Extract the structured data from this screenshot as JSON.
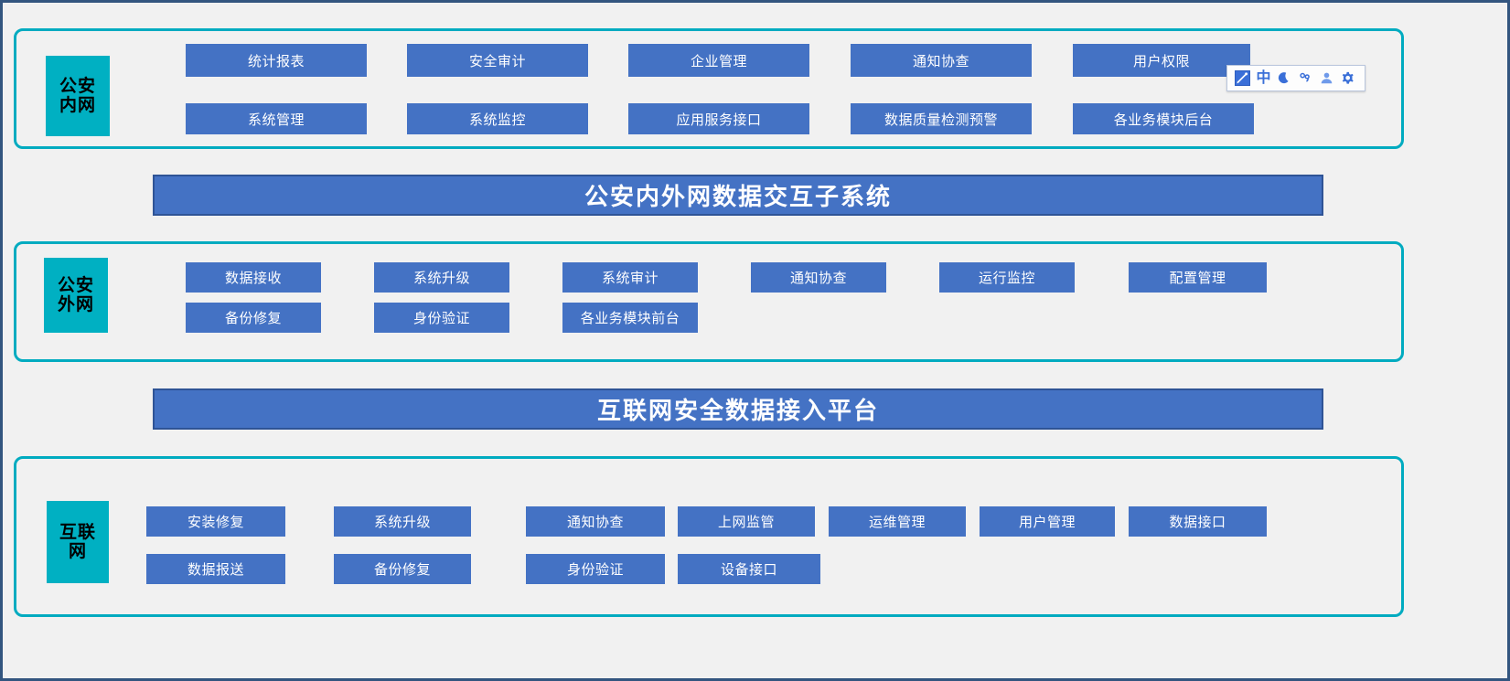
{
  "theme": {
    "page_bg": "#f1f1f1",
    "outer_border": "#33557f",
    "zone_border": "#00abc0",
    "net_tile_bg": "#00b0c2",
    "module_bg": "#4472c4",
    "banner_bg": "#4472c4",
    "banner_border": "#2f5496",
    "module_text": "#ffffff",
    "ime_accent": "#3a6fd8"
  },
  "zones": [
    {
      "id": "police-intranet",
      "label": "公安\n内网",
      "label_line1": "公安",
      "label_line2": "内网",
      "rows": [
        [
          "统计报表",
          "安全审计",
          "企业管理",
          "通知协查",
          "用户权限"
        ],
        [
          "系统管理",
          "系统监控",
          "应用服务接口",
          "数据质量检测预警",
          "各业务模块后台"
        ]
      ]
    },
    {
      "id": "police-extranet",
      "label_line1": "公安",
      "label_line2": "外网",
      "rows": [
        [
          "数据接收",
          "系统升级",
          "系统审计",
          "通知协查",
          "运行监控",
          "配置管理"
        ],
        [
          "备份修复",
          "身份验证",
          "各业务模块前台"
        ]
      ]
    },
    {
      "id": "internet",
      "label_line1": "互联",
      "label_line2": "网",
      "rows": [
        [
          "安装修复",
          "系统升级",
          "通知协查",
          "上网监管",
          "运维管理",
          "用户管理",
          "数据接口"
        ],
        [
          "数据报送",
          "备份修复",
          "身份验证",
          "设备接口"
        ]
      ]
    }
  ],
  "banners": [
    {
      "id": "exchange-subsystem",
      "text": "公安内外网数据交互子系统"
    },
    {
      "id": "internet-security-platform",
      "text": "互联网安全数据接入平台"
    }
  ],
  "ime_toolbar": {
    "items": [
      {
        "name": "ime-logo-icon",
        "glyph": ""
      },
      {
        "name": "chinese-mode-icon",
        "glyph": "中"
      },
      {
        "name": "half-width-moon-icon",
        "glyph": ""
      },
      {
        "name": "punctuation-icon",
        "glyph": ""
      },
      {
        "name": "user-account-icon",
        "glyph": ""
      },
      {
        "name": "settings-gear-icon",
        "glyph": ""
      }
    ]
  }
}
